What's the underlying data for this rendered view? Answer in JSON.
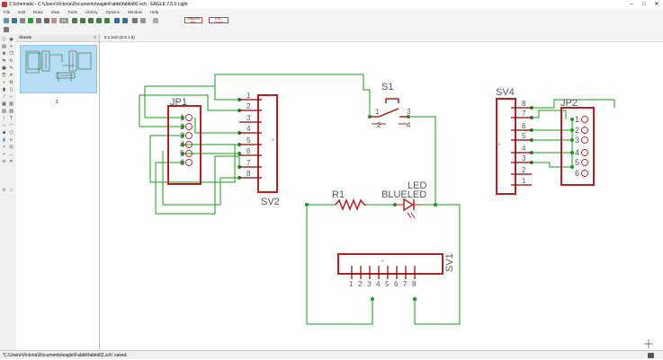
{
  "window": {
    "title": "2 Schematic - C:\\Users\\Victoria\\Documents\\eagle\\Fabkit\\fabkit02.sch - EAGLE 7.5.0 Light"
  },
  "menu": [
    "File",
    "Edit",
    "Draw",
    "View",
    "Tools",
    "Library",
    "Options",
    "Window",
    "Help"
  ],
  "toolbar": {
    "grid_label": "1/1",
    "btn_ratsnest_top": "Ratsnest",
    "btn_ratsnest_bottom": "Run",
    "btn_erc_top": "ERC",
    "btn_erc_bottom": "Check"
  },
  "sheets": {
    "header": "Sheets",
    "close": "×",
    "thumbnail_number": "1"
  },
  "canvas": {
    "header": "0.1 inch (0.9 1.0)"
  },
  "schematic": {
    "jp1": {
      "name": "JP1",
      "pins": [
        "1",
        "2",
        "3",
        "4",
        "5",
        "6"
      ]
    },
    "jp2": {
      "name": "JP2",
      "pins": [
        "1",
        "2",
        "3",
        "4",
        "5",
        "6"
      ]
    },
    "sv2": {
      "name": "SV2",
      "pins": [
        "1",
        "2",
        "3",
        "4",
        "5",
        "6",
        "7",
        "8"
      ]
    },
    "sv4": {
      "name": "SV4",
      "pins": [
        "8",
        "7",
        "6",
        "5",
        "4",
        "3",
        "2",
        "1"
      ]
    },
    "sv1": {
      "name": "SV1",
      "pins": [
        "1",
        "2",
        "3",
        "4",
        "5",
        "6",
        "7",
        "8"
      ]
    },
    "s1": {
      "name": "S1",
      "pins": [
        "1",
        "2",
        "3",
        "4"
      ]
    },
    "r1": {
      "name": "R1"
    },
    "led": {
      "name": "LED",
      "value": "BLUELED"
    }
  },
  "status": {
    "message": "'C:\\Users\\Victoria\\Documents\\eagle\\Fabkit\\fabkit02.sch' saved."
  },
  "colors": {
    "net": "#1a9a1a",
    "part": "#b22222",
    "label": "#555555",
    "pin": "#8b0000"
  }
}
